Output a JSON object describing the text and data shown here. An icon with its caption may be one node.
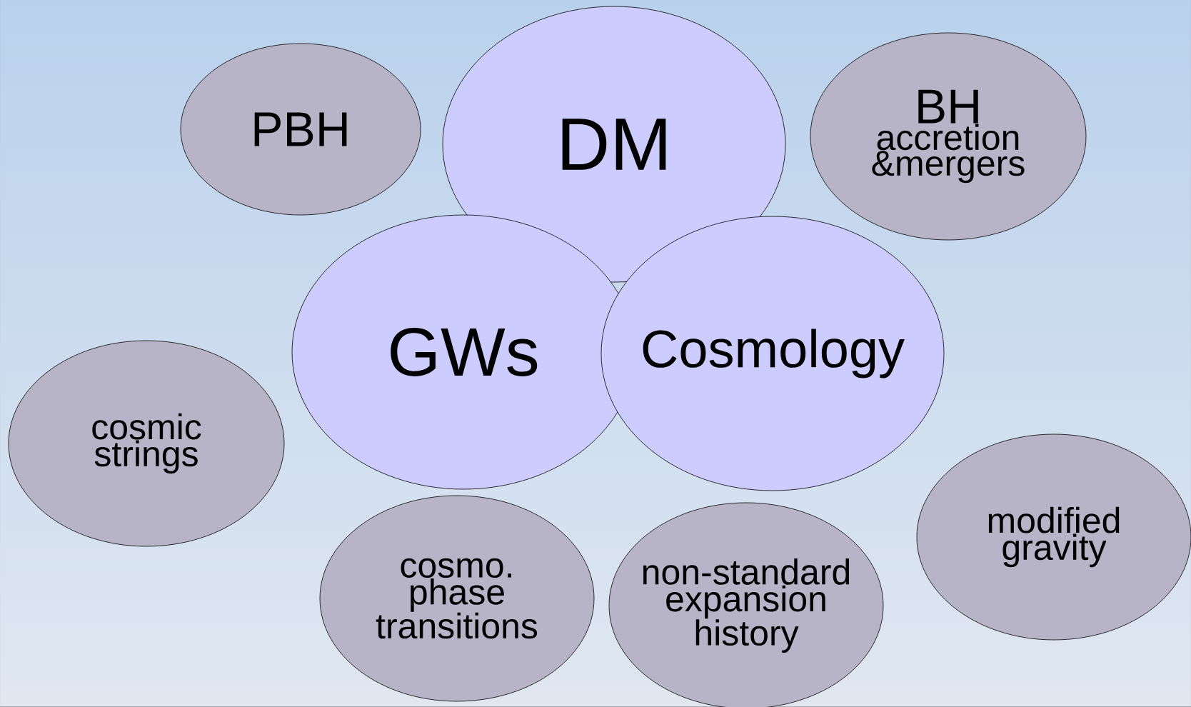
{
  "diagram": {
    "nodes": [
      {
        "text": [
          "PBH"
        ]
      },
      {
        "text": [
          "DM"
        ]
      },
      {
        "text": [
          "BH",
          "accretion &mergers"
        ]
      },
      {
        "text": [
          "GWs"
        ]
      },
      {
        "text": [
          "Cosmology"
        ]
      },
      {
        "text": [
          "cosmic strings"
        ]
      },
      {
        "text": [
          "cosmo. phase transitions"
        ]
      },
      {
        "text": [
          "non-standard expansion history"
        ]
      },
      {
        "text": [
          "modified gravity"
        ]
      }
    ]
  }
}
